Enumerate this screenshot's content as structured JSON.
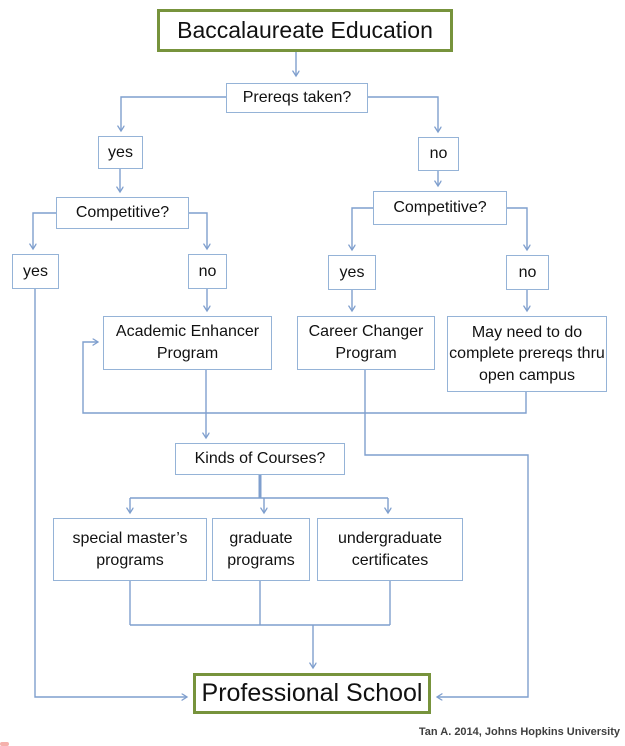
{
  "colors": {
    "line": "#7f9fce",
    "node_border": "#95b3d7",
    "accent_border": "#77933c",
    "text": "#111111",
    "footer_text": "#3f3f3f"
  },
  "nodes": {
    "baccalaureate": {
      "label": "Baccalaureate Education"
    },
    "prereqs": {
      "label": "Prereqs taken?"
    },
    "prereqs_yes": {
      "label": "yes"
    },
    "prereqs_no": {
      "label": "no"
    },
    "competitive_left": {
      "label": "Competitive?"
    },
    "competitive_right": {
      "label": "Competitive?"
    },
    "comp_left_yes": {
      "label": "yes"
    },
    "comp_left_no": {
      "label": "no"
    },
    "comp_right_yes": {
      "label": "yes"
    },
    "comp_right_no": {
      "label": "no"
    },
    "academic_enhancer": {
      "label": "Academic Enhancer Program"
    },
    "career_changer": {
      "label": "Career Changer Program"
    },
    "open_campus": {
      "label": "May need to do complete prereqs thru open campus"
    },
    "kinds_of_courses": {
      "label": "Kinds of Courses?"
    },
    "special_masters": {
      "label": "special master’s programs"
    },
    "graduate_programs": {
      "label": "graduate programs"
    },
    "undergrad_certificates": {
      "label": "undergraduate certificates"
    },
    "professional_school": {
      "label": "Professional School"
    }
  },
  "footer": {
    "credit": "Tan A. 2014, Johns Hopkins University"
  }
}
